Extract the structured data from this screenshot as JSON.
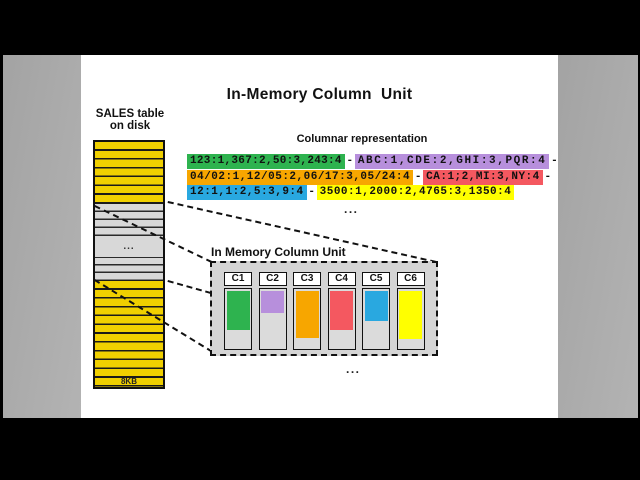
{
  "slide": {
    "title": "In-Memory Column  Unit",
    "disk_table": {
      "title_line1": "SALES table",
      "title_line2": "on disk",
      "ellipsis": "...",
      "page_size_label": "8KB"
    },
    "columnar": {
      "heading": "Columnar representation",
      "rows": [
        {
          "cells": [
            {
              "text": "123:1,367:2,50:3,243:4",
              "bg": "#2eb34f"
            },
            {
              "text": "-"
            },
            {
              "text": "ABC:1,CDE:2,GHI:3,PQR:4",
              "bg": "#b78fdc"
            },
            {
              "text": "-"
            }
          ]
        },
        {
          "cells": [
            {
              "text": "04/02:1,12/05:2,06/17:3,05/24:4",
              "bg": "#f7a600"
            },
            {
              "text": "-"
            },
            {
              "text": "CA:1;2,MI:3,NY:4",
              "bg": "#f45860"
            },
            {
              "text": "-"
            }
          ]
        },
        {
          "cells": [
            {
              "text": "12:1,1:2,5:3,9:4",
              "bg": "#29a8e0"
            },
            {
              "text": "-"
            },
            {
              "text": "3500:1,2000:2,4765:3,1350:4",
              "bg": "#ffff00"
            }
          ]
        }
      ],
      "ellipsis": "..."
    },
    "imcu": {
      "title": "In Memory Column Unit",
      "columns": [
        {
          "label": "C1",
          "color": "#2eb34f",
          "fill_pct": 66
        },
        {
          "label": "C2",
          "color": "#b78fdc",
          "fill_pct": 38
        },
        {
          "label": "C3",
          "color": "#f7a600",
          "fill_pct": 79
        },
        {
          "label": "C4",
          "color": "#f45860",
          "fill_pct": 66
        },
        {
          "label": "C5",
          "color": "#29a8e0",
          "fill_pct": 51
        },
        {
          "label": "C6",
          "color": "#ffff00",
          "fill_pct": 80
        }
      ],
      "ellipsis": "..."
    }
  }
}
